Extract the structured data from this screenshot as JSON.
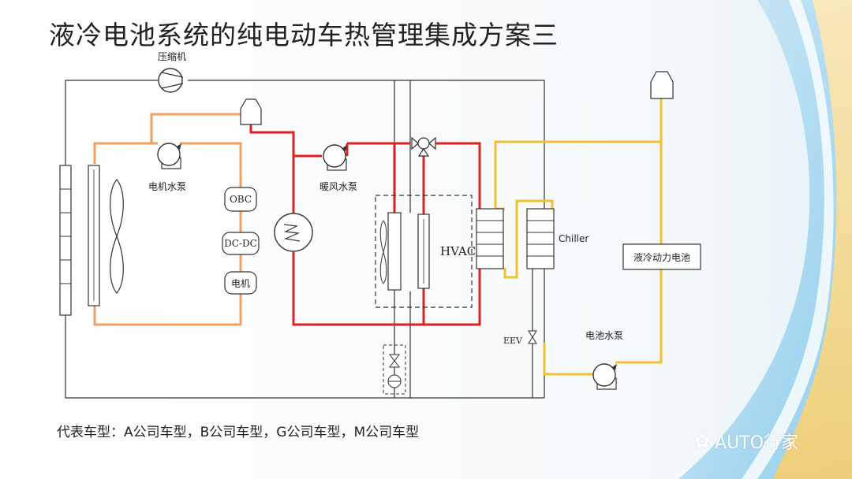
{
  "title": "液冷电池系统的纯电动车热管理集成方案三",
  "caption": "代表车型：A公司车型，B公司车型，G公司车型，M公司车型",
  "watermark": "AUTO行家",
  "labels": {
    "compressor": "压缩机",
    "motor_pump": "电机水泵",
    "obc": "OBC",
    "dcdc": "DC-DC",
    "motor": "电机",
    "heater_pump": "暖风水泵",
    "hvac": "HVAC",
    "chiller": "Chiller",
    "battery": "液冷动力电池",
    "eev": "EEV",
    "battery_pump": "电池水泵"
  },
  "colors": {
    "orange_loop": "#F0A060",
    "red_loop": "#E02020",
    "yellow_loop": "#F0C030",
    "refrigerant": "#333333",
    "wave_blue": "#9DD3EE",
    "wave_yellow": "#F6D98A"
  }
}
